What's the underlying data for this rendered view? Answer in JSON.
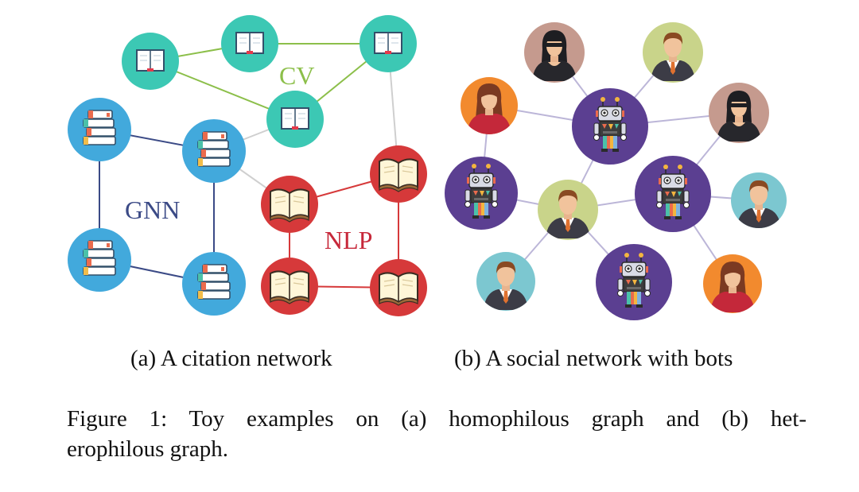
{
  "diagram_a": {
    "group_labels": {
      "cv": "CV",
      "gnn": "GNN",
      "nlp": "NLP"
    },
    "colors": {
      "cv": "#3cc8b4",
      "gnn": "#42a9dc",
      "nlp": "#d6393a",
      "cv_edge": "#8cbf4a",
      "gnn_edge": "#3b4a86",
      "nlp_edge": "#d6393a",
      "cross_edge": "#c9c9c9"
    },
    "icons": {
      "cv": "open-book-icon",
      "gnn": "book-stack-icon",
      "nlp": "open-book-icon"
    }
  },
  "diagram_b": {
    "icons": {
      "human": "person-avatar-icon",
      "bot": "robot-icon"
    },
    "colors": {
      "bot_bg": "#5b3f91",
      "edge": "#b9b3d6"
    }
  },
  "captions": {
    "sub_a": "(a) A citation network",
    "sub_b": "(b) A social network with bots",
    "figure_line1": "Figure 1: Toy examples on (a) homophilous graph and (b) het-",
    "figure_line2": "erophilous graph."
  }
}
